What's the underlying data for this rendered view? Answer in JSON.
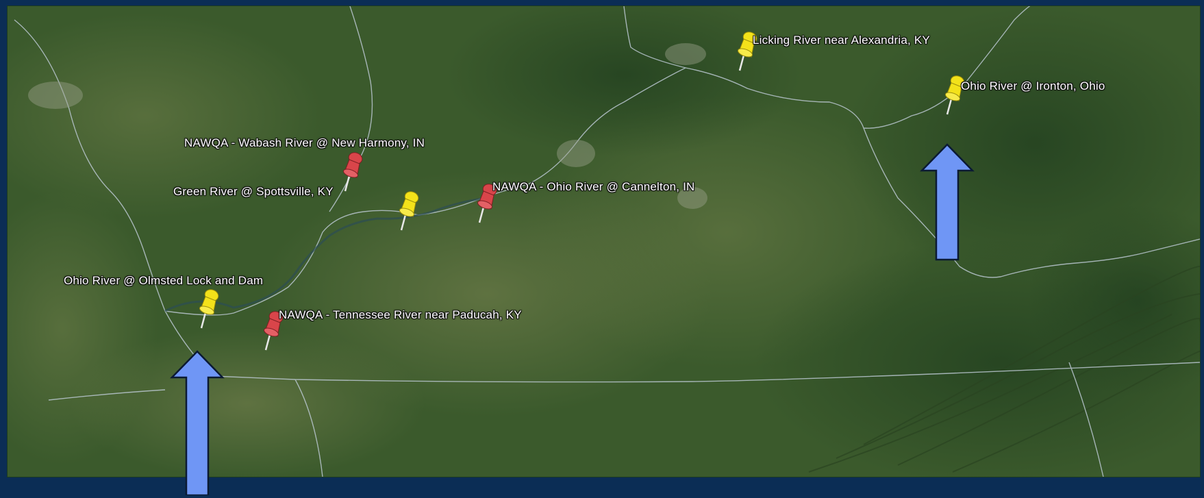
{
  "map": {
    "markers": [
      {
        "label": "Licking River near Alexandria, KY",
        "color": "yellow"
      },
      {
        "label": "Ohio River @ Ironton, Ohio",
        "color": "yellow"
      },
      {
        "label": "NAWQA - Wabash River @ New Harmony, IN",
        "color": "red"
      },
      {
        "label": "Green River @ Spottsville, KY",
        "color": "yellow"
      },
      {
        "label": "NAWQA - Ohio River @ Cannelton, IN",
        "color": "red"
      },
      {
        "label": "Ohio River @ Olmsted Lock and Dam",
        "color": "yellow"
      },
      {
        "label": "NAWQA - Tennessee River near Paducah, KY",
        "color": "red"
      }
    ],
    "arrows": [
      {
        "name": "upstream-ironton",
        "direction": "up",
        "color": "#6f96f5"
      },
      {
        "name": "downstream-olmsted",
        "direction": "up",
        "color": "#6f96f5"
      }
    ],
    "colors": {
      "background": "#0b2d55",
      "terrain": "#3b5a2c",
      "pin_yellow": "#f3e21a",
      "pin_red": "#d9454a",
      "arrow_fill": "#6f96f5"
    }
  }
}
